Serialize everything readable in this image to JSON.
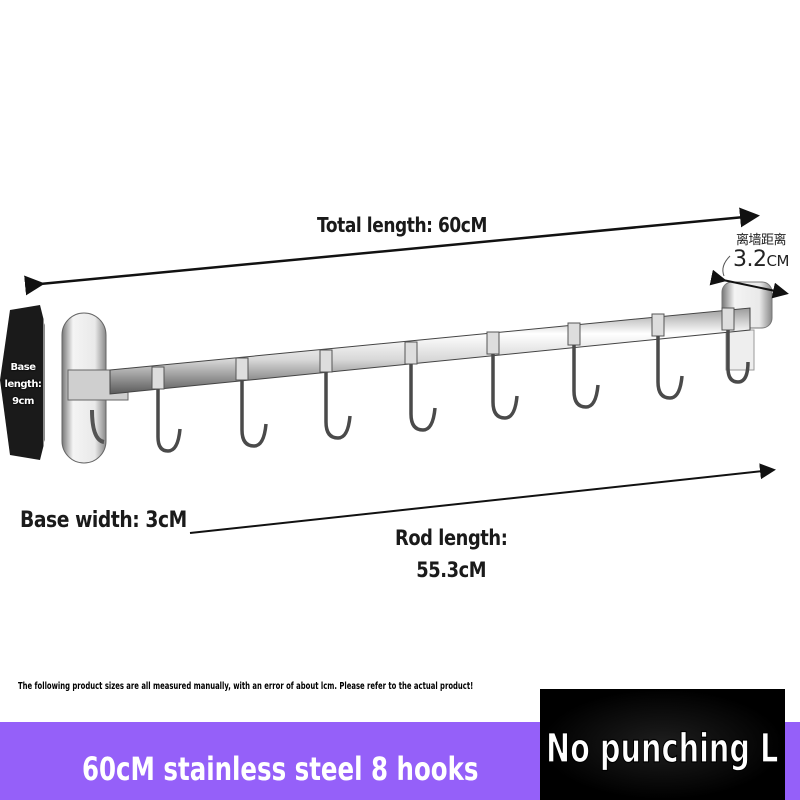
{
  "dimensions": {
    "total_length": "Total length: 60cM",
    "distance_from_wall_label": "离墙距离",
    "distance_from_wall_value": "3.2",
    "distance_from_wall_unit": "CM",
    "base_length_line1": "Base",
    "base_length_line2": "length:",
    "base_length_line3": "9cm",
    "base_width": "Base width: 3cM",
    "rod_length_line1": "Rod length:",
    "rod_length_line2": "55.3cM"
  },
  "product": {
    "hook_count": 8,
    "hooks": [
      "hook-1",
      "hook-2",
      "hook-3",
      "hook-4",
      "hook-5",
      "hook-6",
      "hook-7",
      "hook-8"
    ]
  },
  "disclaimer": "The following product sizes are all measured manually, with an error of about lcm. Please refer to the actual product!",
  "banner": {
    "title": "60cM stainless steel 8 hooks",
    "badge": "No punching L",
    "color": "#9560f9",
    "badge_color": "#000000"
  }
}
